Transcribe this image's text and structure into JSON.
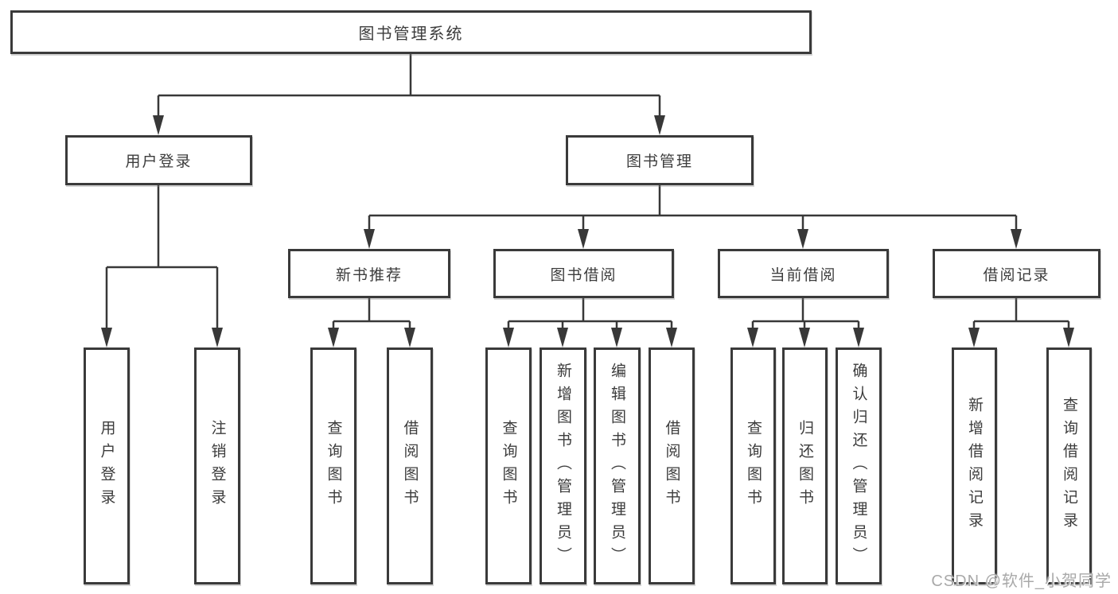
{
  "diagram": {
    "root": {
      "label": "图书管理系统"
    },
    "level2": [
      {
        "label": "用户登录"
      },
      {
        "label": "图书管理"
      }
    ],
    "level3": [
      {
        "label": "新书推荐"
      },
      {
        "label": "图书借阅"
      },
      {
        "label": "当前借阅"
      },
      {
        "label": "借阅记录"
      }
    ],
    "leaves": {
      "user_login": [
        "用户登录",
        "注销登录"
      ],
      "new_books": [
        "查询图书",
        "借阅图书"
      ],
      "book_borrowing": [
        "查询图书",
        "新增图书（管理员）",
        "编辑图书（管理员）",
        "借阅图书"
      ],
      "current_borrowing": [
        "查询图书",
        "归还图书",
        "确认归还（管理员）"
      ],
      "borrowing_records": [
        "新增借阅记录",
        "查询借阅记录"
      ]
    },
    "watermark": "CSDN @软件_小贺同学",
    "colors": {
      "line": "#3a3a3a",
      "text": "#3c3c3c",
      "watermark": "#a9a9a9",
      "background": "#ffffff"
    }
  }
}
